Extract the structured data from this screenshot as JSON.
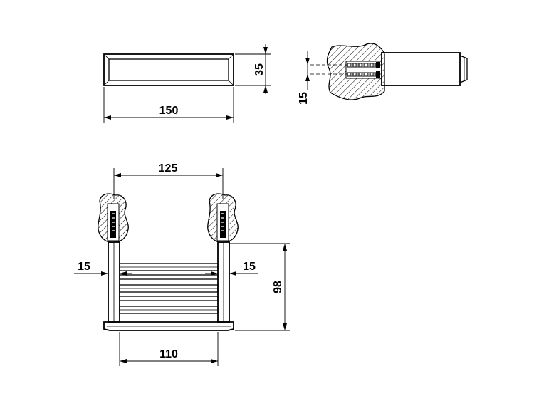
{
  "dimensions": {
    "top_length": "150",
    "top_height": "35",
    "side_mount": "15",
    "front_span": "125",
    "left_offset": "15",
    "right_offset": "15",
    "front_height": "98",
    "front_inner": "110"
  }
}
